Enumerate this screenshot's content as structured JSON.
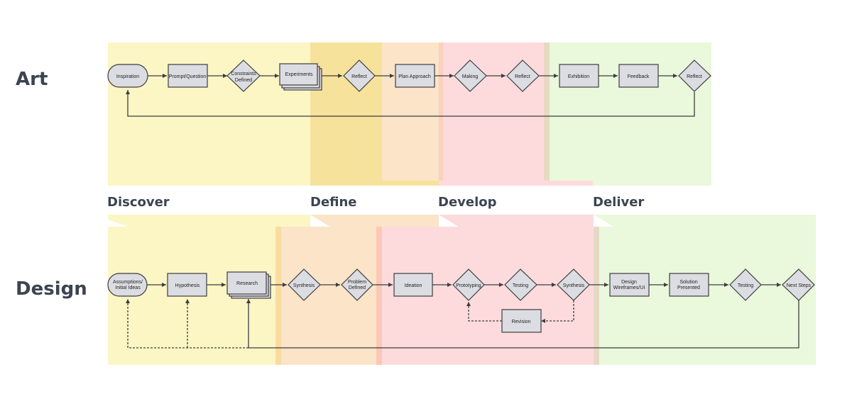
{
  "rows": {
    "art": "Art",
    "design": "Design"
  },
  "phases": {
    "discover": "Discover",
    "define": "Define",
    "develop": "Develop",
    "deliver": "Deliver"
  },
  "art_nodes": {
    "inspiration": "Inspiration",
    "prompt": "Prompt/Question",
    "constraints_1": "Constraints",
    "constraints_2": "Defined",
    "experiments": "Experiments",
    "reflect_1": "Reflect",
    "plan": "Plan Approach",
    "making": "Making",
    "reflect_2": "Reflect",
    "exhibition": "Exhibition",
    "feedback": "Feedback",
    "reflect_3": "Reflect"
  },
  "design_nodes": {
    "assumptions_1": "Assumptions/",
    "assumptions_2": "Initial Ideas",
    "hypothesis": "Hypothesis",
    "research": "Research",
    "synthesis_1": "Synthesis",
    "problem_1": "Problem",
    "problem_2": "Defined",
    "ideation": "Ideation",
    "prototyping": "Prototyping",
    "testing_1": "Testing",
    "synthesis_2": "Synthesis",
    "revision": "Revision",
    "design_wf_1": "Design",
    "design_wf_2": "Wireframes/UI",
    "solution_1": "Solution",
    "solution_2": "Presented",
    "testing_2": "Testing",
    "next_steps": "Next Steps"
  },
  "colors": {
    "yellow": "#fbf6c4",
    "gold": "#f7e29b",
    "peach": "#fbe4c8",
    "pink": "#fddbdd",
    "green": "#eaf8dc",
    "node_fill": "#dcdde3",
    "stroke": "#3d3d3d"
  }
}
